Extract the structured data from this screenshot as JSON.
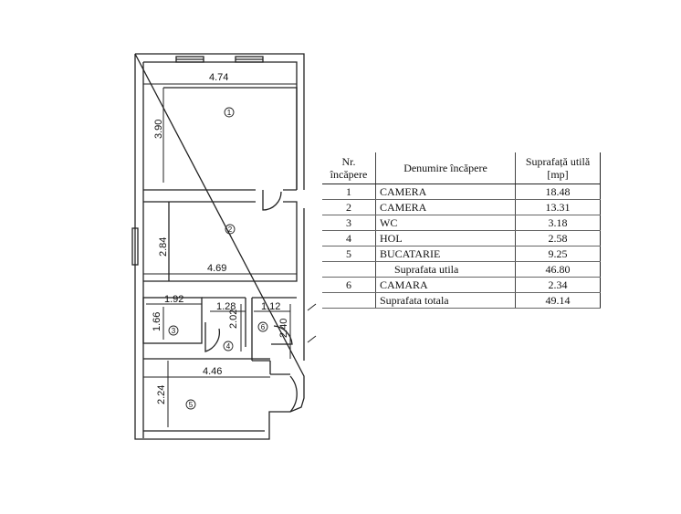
{
  "plan": {
    "room_markers": [
      "1",
      "2",
      "3",
      "4",
      "5",
      "6"
    ],
    "dimensions": {
      "r1_width": "4.74",
      "r1_height": "3.90",
      "r2_width": "4.69",
      "r2_height": "2.84",
      "r3_width": "1.92",
      "r3_height": "1.66",
      "r4_width": "1.28",
      "r4_height": "2.02",
      "r6_width": "1.12",
      "r6_height": "2.40",
      "r5_width": "4.46",
      "r5_height": "2.24"
    }
  },
  "table": {
    "headers": {
      "nr": "Nr.\nîncăpere",
      "name": "Denumire încăpere",
      "area": "Suprafață utilă\n[mp]"
    },
    "rows": [
      {
        "nr": "1",
        "name": "CAMERA",
        "area": "18.48"
      },
      {
        "nr": "2",
        "name": "CAMERA",
        "area": "13.31"
      },
      {
        "nr": "3",
        "name": "WC",
        "area": "3.18"
      },
      {
        "nr": "4",
        "name": "HOL",
        "area": "2.58"
      },
      {
        "nr": "5",
        "name": "BUCATARIE",
        "area": "9.25"
      }
    ],
    "subtotal": {
      "label": "Suprafata utila",
      "area": "46.80"
    },
    "extra_row": {
      "nr": "6",
      "name": "CAMARA",
      "area": "2.34"
    },
    "total": {
      "label": "Suprafata totala",
      "area": "49.14"
    }
  }
}
